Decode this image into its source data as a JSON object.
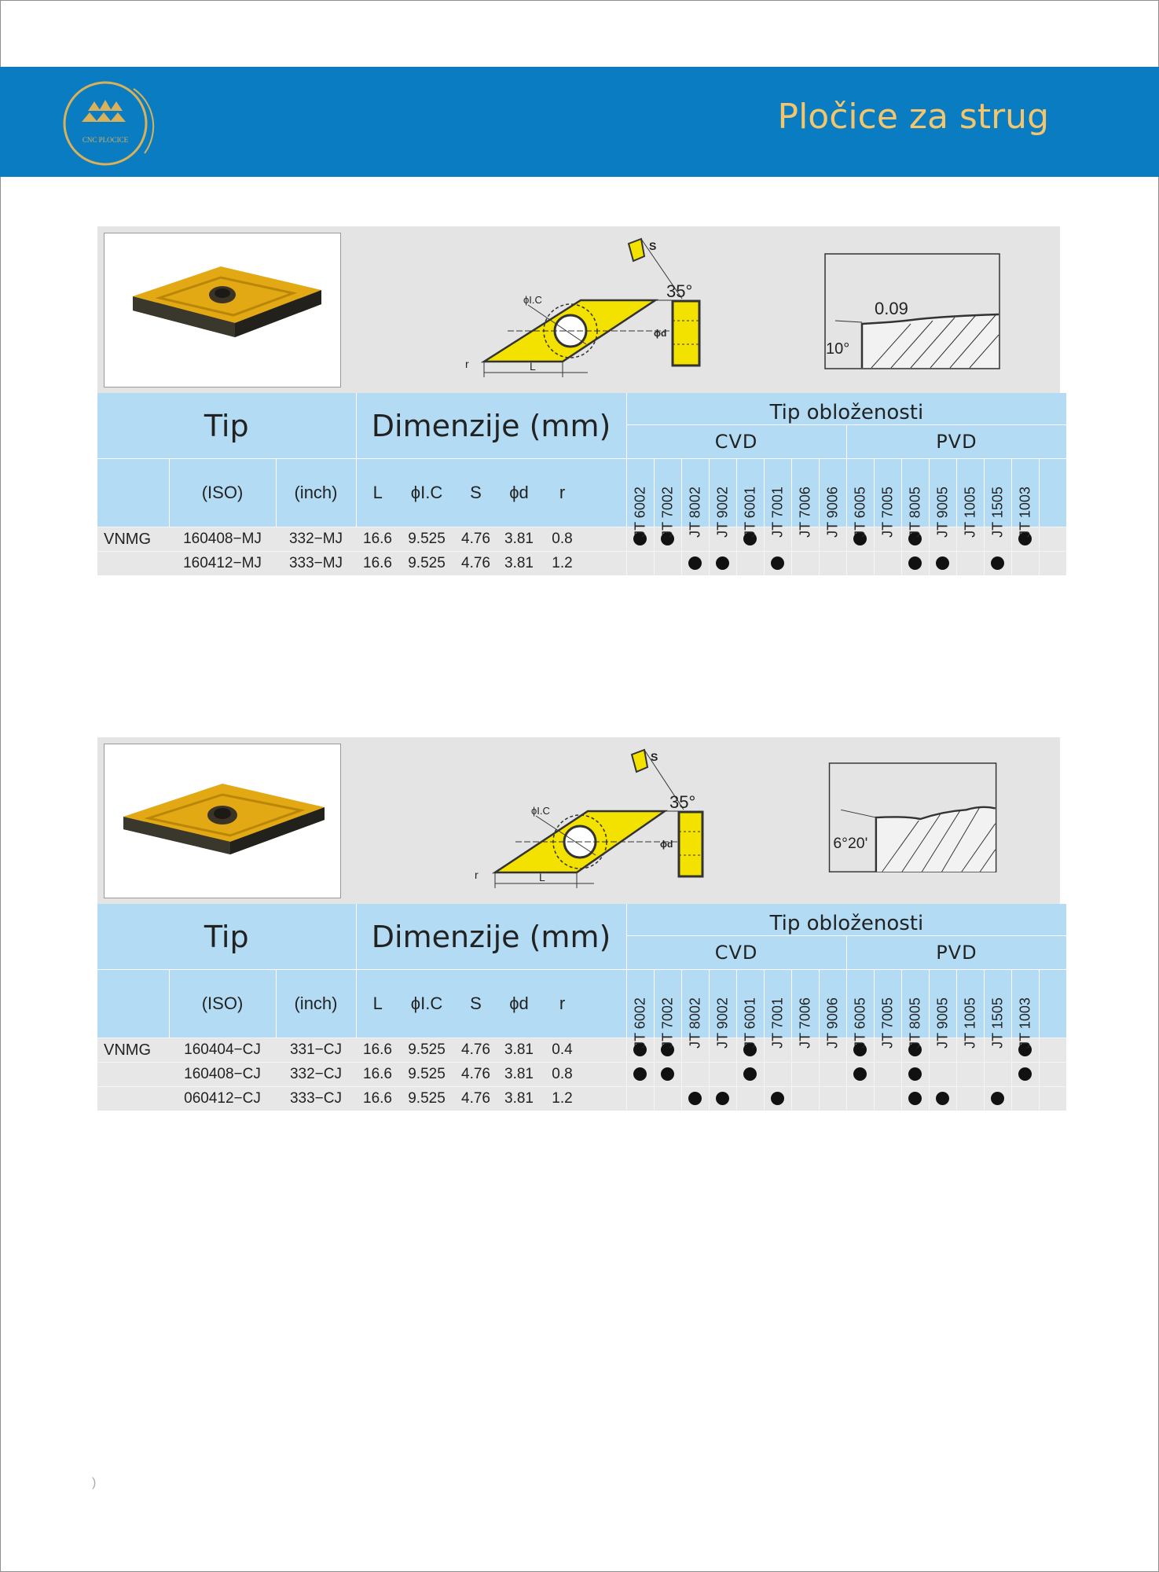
{
  "header": {
    "title": "Pločice za strug",
    "logo_text": "CNC PLOCICE",
    "brand_color": "#0a7cc1",
    "title_color": "#f3c66e"
  },
  "blocks": [
    {
      "drawing": {
        "s_label": "S",
        "angle_label": "35°",
        "ic_label": "ϕI.C",
        "d_label": "ϕd",
        "r_label": "r",
        "l_label": "L"
      },
      "section": {
        "top_label": "0.09",
        "angle_label": "10°"
      },
      "table": {
        "tip_label": "Tip",
        "dim_label": "Dimenzije (mm)",
        "coating_label": "Tip obloženosti",
        "cvd_label": "CVD",
        "pvd_label": "PVD",
        "sub_headers": [
          "(ISO)",
          "(inch)",
          "L",
          "ϕI.C",
          "S",
          "ϕd",
          "r"
        ],
        "grades": [
          "JT 6002",
          "JT 7002",
          "JT 8002",
          "JT 9002",
          "JT 6001",
          "JT 7001",
          "JT 7006",
          "JT 9006",
          "JT 6005",
          "JT 7005",
          "JT 8005",
          "JT 9005",
          "JT 1005",
          "JT 1505",
          "JT 1003"
        ],
        "rows": [
          {
            "type": "VNMG",
            "iso": "160408−MJ",
            "inch": "332−MJ",
            "L": "16.6",
            "IC": "9.525",
            "S": "4.76",
            "d": "3.81",
            "r": "0.8",
            "dots": [
              1,
              1,
              0,
              0,
              1,
              0,
              0,
              0,
              1,
              0,
              1,
              0,
              0,
              0,
              1
            ]
          },
          {
            "type": "",
            "iso": "160412−MJ",
            "inch": "333−MJ",
            "L": "16.6",
            "IC": "9.525",
            "S": "4.76",
            "d": "3.81",
            "r": "1.2",
            "dots": [
              0,
              0,
              1,
              1,
              0,
              1,
              0,
              0,
              0,
              0,
              1,
              1,
              0,
              1,
              0
            ]
          }
        ]
      }
    },
    {
      "drawing": {
        "s_label": "S",
        "angle_label": "35°",
        "ic_label": "ϕI.C",
        "d_label": "ϕd",
        "r_label": "r",
        "l_label": "L"
      },
      "section": {
        "top_label": "",
        "angle_label": "6°20'"
      },
      "table": {
        "tip_label": "Tip",
        "dim_label": "Dimenzije (mm)",
        "coating_label": "Tip obloženosti",
        "cvd_label": "CVD",
        "pvd_label": "PVD",
        "sub_headers": [
          "(ISO)",
          "(inch)",
          "L",
          "ϕI.C",
          "S",
          "ϕd",
          "r"
        ],
        "grades": [
          "JT 6002",
          "JT 7002",
          "JT 8002",
          "JT 9002",
          "JT 6001",
          "JT 7001",
          "JT 7006",
          "JT 9006",
          "JT 6005",
          "JT 7005",
          "JT 8005",
          "JT 9005",
          "JT 1005",
          "JT 1505",
          "JT 1003"
        ],
        "rows": [
          {
            "type": "VNMG",
            "iso": "160404−CJ",
            "inch": "331−CJ",
            "L": "16.6",
            "IC": "9.525",
            "S": "4.76",
            "d": "3.81",
            "r": "0.4",
            "dots": [
              1,
              1,
              0,
              0,
              1,
              0,
              0,
              0,
              1,
              0,
              1,
              0,
              0,
              0,
              1
            ]
          },
          {
            "type": "",
            "iso": "160408−CJ",
            "inch": "332−CJ",
            "L": "16.6",
            "IC": "9.525",
            "S": "4.76",
            "d": "3.81",
            "r": "0.8",
            "dots": [
              1,
              1,
              0,
              0,
              1,
              0,
              0,
              0,
              1,
              0,
              1,
              0,
              0,
              0,
              1
            ]
          },
          {
            "type": "",
            "iso": "060412−CJ",
            "inch": "333−CJ",
            "L": "16.6",
            "IC": "9.525",
            "S": "4.76",
            "d": "3.81",
            "r": "1.2",
            "dots": [
              0,
              0,
              1,
              1,
              0,
              1,
              0,
              0,
              0,
              0,
              1,
              1,
              0,
              1,
              0
            ]
          }
        ]
      }
    }
  ]
}
